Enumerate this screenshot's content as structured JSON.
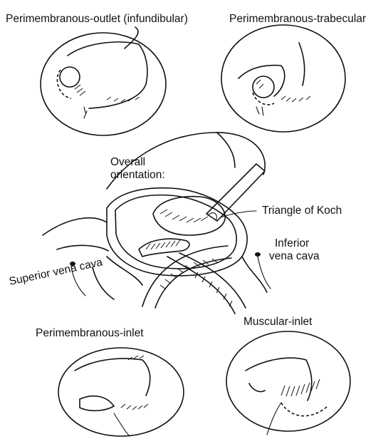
{
  "diagram": {
    "labels": {
      "top_left": "Perimembranous-outlet (infundibular)",
      "top_right": "Perimembranous-trabecular",
      "overall_line1": "Overall",
      "overall_line2": "orientation:",
      "triangle": "Triangle of Koch",
      "ivc_line1": "Inferior",
      "ivc_line2": "vena cava",
      "svc": "Superior vena cava",
      "bottom_left": "Perimembranous-inlet",
      "bottom_right": "Muscular-inlet"
    }
  }
}
